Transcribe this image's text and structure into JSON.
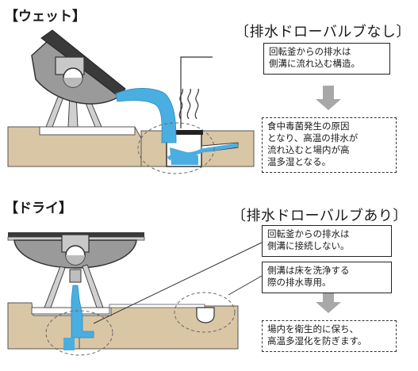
{
  "wet": {
    "title": "【ウェット】",
    "subtitle": "〔排水ドローバルブなし〕",
    "note_structure": "回転釜からの排水は\n側溝に流れ込む構造。",
    "note_problem": "食中毒菌発生の原因\nとなり、高温の排水が\n流れ込むと場内が高\n温多湿となる。"
  },
  "dry": {
    "title": "【ドライ】",
    "subtitle": "〔排水ドローバルブあり〕",
    "note_no_connection": "回転釜からの排水は\n側溝に接続しない。",
    "note_gutter": "側溝は床を洗浄する\n際の排水専用。",
    "note_result": "場内を衛生的に保ち、\n高温多湿化を防ぎます。"
  },
  "colors": {
    "floor": "#d9c6a5",
    "water": "#4aaee0",
    "steel": "#9a9a9a",
    "dark": "#3a3a3a",
    "arrow": "#a8a8a8"
  }
}
